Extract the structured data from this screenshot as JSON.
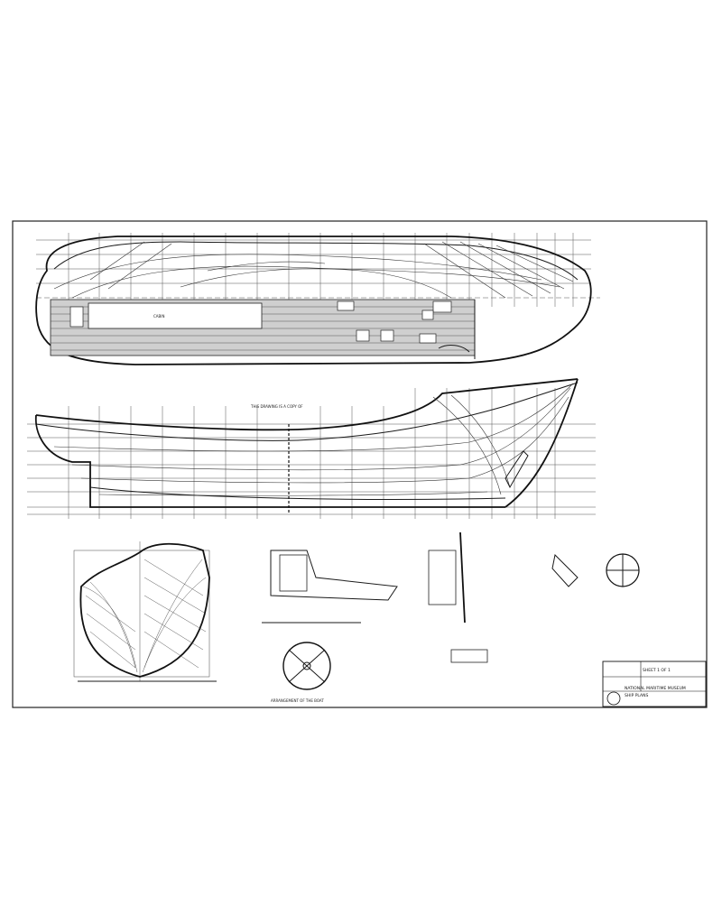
{
  "sheet": {
    "deck_label": "CABIN",
    "profile_note": "THIS DRAWING IS A COPY OF",
    "detail_caption": "ARRANGEMENT OF THE BOAT",
    "title_block": {
      "line1": "NATIONAL MARITIME MUSEUM",
      "line2": "SHIP PLANS",
      "line3": "SHEET 1 OF 1"
    }
  },
  "colors": {
    "ink": "#1a1a1a",
    "paper": "#ffffff"
  }
}
